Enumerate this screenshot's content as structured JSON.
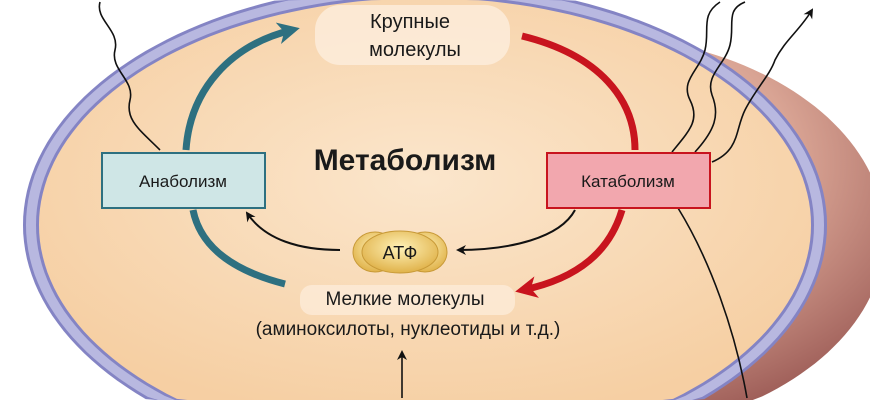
{
  "diagram": {
    "title": "Метаболизм",
    "large_molecules": [
      "Крупные",
      "молекулы"
    ],
    "anabolism": "Анаболизм",
    "catabolism": "Катаболизм",
    "atp": "АТФ",
    "small_molecules": [
      "Мелкие молекулы",
      "(аминоксилоты, нуклеотиды и т.д.)"
    ]
  },
  "colors": {
    "cytoplasm": "#f8d9b4",
    "membrane": "#9a9ad0",
    "anabolism_arrow": "#2e7080",
    "catabolism_arrow": "#c8141e",
    "anabolism_box": "#cfe6e6",
    "catabolism_box": "#f2a7ae",
    "atp": "#f2d27a"
  }
}
